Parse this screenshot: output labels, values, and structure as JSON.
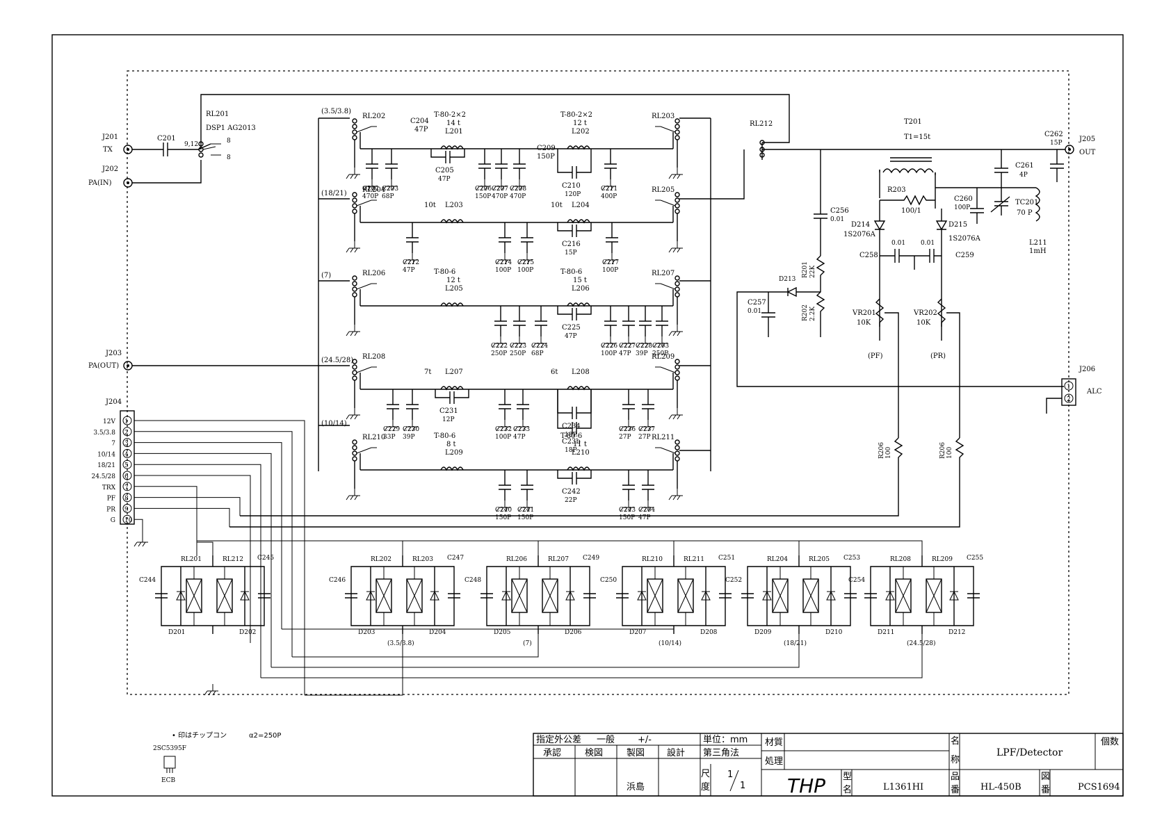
{
  "schematic": {
    "connectors": {
      "J201": {
        "ref": "J201",
        "label": "TX"
      },
      "J202": {
        "ref": "J202",
        "label": "PA(IN)"
      },
      "J203": {
        "ref": "J203",
        "label": "PA(OUT)"
      },
      "J204": {
        "ref": "J204",
        "pins": [
          "12V",
          "3.5/3.8",
          "7",
          "10/14",
          "18/21",
          "24.5/28",
          "TRX",
          "PF",
          "PR",
          "G"
        ],
        "pin_numbers": [
          "1",
          "2",
          "3",
          "4",
          "5",
          "6",
          "7",
          "8",
          "9",
          "10"
        ]
      },
      "J205": {
        "ref": "J205",
        "label": "OUT"
      },
      "J206": {
        "ref": "J206",
        "label": "ALC",
        "pins": [
          "1",
          "2"
        ]
      }
    },
    "relays": [
      "RL201",
      "RL202",
      "RL203",
      "RL204",
      "RL205",
      "RL206",
      "RL207",
      "RL208",
      "RL209",
      "RL210",
      "RL211",
      "RL212"
    ],
    "relay_part": "DSP1 AG2013",
    "relay_pin_labels": {
      "p1": "9,12",
      "p2": "8",
      "p3": "8"
    },
    "band_labels": [
      "(3.5/3.8)",
      "(18/21)",
      "(7)",
      "(24.5/28)",
      "(10/14)"
    ],
    "inductors": {
      "L201": {
        "ref": "L201",
        "core": "T-80-2×2",
        "turns": "14 t"
      },
      "L202": {
        "ref": "L202",
        "core": "T-80-2×2",
        "turns": "12 t"
      },
      "L203": {
        "ref": "L203",
        "turns": "10t"
      },
      "L204": {
        "ref": "L204",
        "turns": "10t"
      },
      "L205": {
        "ref": "L205",
        "core": "T-80-6",
        "turns": "12 t"
      },
      "L206": {
        "ref": "L206",
        "core": "T-80-6",
        "turns": "15 t"
      },
      "L207": {
        "ref": "L207",
        "turns": "7t"
      },
      "L208": {
        "ref": "L208",
        "turns": "6t"
      },
      "L209": {
        "ref": "L209",
        "core": "T-80-6",
        "turns": "8 t"
      },
      "L210": {
        "ref": "L210",
        "core": "T-80-6",
        "turns": "11 t"
      },
      "L211": {
        "ref": "L211",
        "value": "1mH"
      }
    },
    "capacitors": {
      "C201": "",
      "C202": "470P",
      "C203": "68P",
      "C204": "47P",
      "C205": "47P",
      "C206": "150P",
      "C207": "470P",
      "C208": "470P",
      "C209": "150P",
      "C210": "120P",
      "C211": "400P",
      "C212": "47P",
      "C214": "100P",
      "C215": "100P",
      "C216": "15P",
      "C217": "100P",
      "C222": "250P",
      "C223": "250P",
      "C224": "68P",
      "C225": "47P",
      "C226": "100P",
      "C227": "47P",
      "C228": "39P",
      "C263": "250P",
      "C229": "33P",
      "C230": "39P",
      "C231": "12P",
      "C232": "100P",
      "C233": "47P",
      "C234": "18P",
      "C235": "18P",
      "C236": "27P",
      "C237": "27P",
      "C240": "150P",
      "C241": "150P",
      "C242": "22P",
      "C243": "150P",
      "C264": "47P",
      "C256": "0.01",
      "C257": "0.01",
      "C258": "0.01",
      "C259": "0.01",
      "C260": "100P",
      "C261": "4P",
      "C262": "15P"
    },
    "cap_ref_labels": {
      "C235": "C23b"
    },
    "detector": {
      "T201": {
        "ref": "T201",
        "turns": "T1=15t"
      },
      "R201": {
        "ref": "R201",
        "value": "22K"
      },
      "R202": {
        "ref": "R202",
        "value": "2.2K"
      },
      "R203": {
        "ref": "R203",
        "value": "100/1"
      },
      "D213": {
        "ref": "D213"
      },
      "D214": {
        "ref": "D214",
        "part": "1S2076A"
      },
      "D215": {
        "ref": "D215",
        "part": "1S2076A"
      },
      "VR201": {
        "ref": "VR201",
        "value": "10K",
        "tag": "(PF)"
      },
      "VR202": {
        "ref": "VR202",
        "value": "10K",
        "tag": "(PR)"
      },
      "TC201": {
        "ref": "TC201",
        "value": "70 P"
      },
      "R205": {
        "ref": "R206",
        "value": "100"
      },
      "R206": {
        "ref": "R206",
        "value": "100"
      }
    },
    "coil_groups": [
      {
        "relay_a": "RL202",
        "relay_b": "RL203",
        "cap_l": "C246",
        "cap_r": "C247",
        "diode_l": "D203",
        "diode_r": "D204",
        "band": "(3.5/3.8)"
      },
      {
        "relay_a": "RL206",
        "relay_b": "RL207",
        "cap_l": "C248",
        "cap_r": "C249",
        "diode_l": "D205",
        "diode_r": "D206",
        "band": "(7)"
      },
      {
        "relay_a": "RL210",
        "relay_b": "RL211",
        "cap_l": "C250",
        "cap_r": "C251",
        "diode_l": "D207",
        "diode_r": "D208",
        "band": "(10/14)"
      },
      {
        "relay_a": "RL204",
        "relay_b": "RL205",
        "cap_l": "C252",
        "cap_r": "C253",
        "diode_l": "D209",
        "diode_r": "D210",
        "band": "(18/21)"
      },
      {
        "relay_a": "RL208",
        "relay_b": "RL209",
        "cap_l": "C254",
        "cap_r": "C255",
        "diode_l": "D211",
        "diode_r": "D212",
        "band": "(24.5/28)"
      }
    ],
    "trx_group": {
      "relay_a": "RL201",
      "relay_b": "RL212",
      "cap_l": "C244",
      "cap_r": "C245",
      "diode_l": "D201",
      "diode_r": "D202"
    },
    "notes": {
      "chip_cap": "• 印はチップコン",
      "alpha_note": "α2=250P",
      "transistor_part": "2SC5395F",
      "transistor_pins": "ECB"
    }
  },
  "title_block": {
    "tolerance_label": "指定外公差",
    "tolerance_general": "一般",
    "tolerance_pm": "+/-",
    "unit_label": "単位：mm",
    "material_label": "材質",
    "treatment_label": "処理",
    "name_label_1": "名",
    "name_label_2": "称",
    "qty_label": "個数",
    "approve": "承認",
    "inspect": "検図",
    "drawing": "製図",
    "design": "設計",
    "projection": "第三角法",
    "scale_label_1": "尺",
    "scale_label_2": "度",
    "scale_num": "1",
    "scale_den": "1",
    "drafter": "浜島",
    "company": "THP",
    "type_label_1": "型",
    "type_label_2": "名",
    "type_value": "L1361HI",
    "part_label_1": "品",
    "part_label_2": "番",
    "part_value": "HL-450B",
    "dwg_label_1": "図",
    "dwg_label_2": "番",
    "dwg_value": "PCS1694",
    "title": "LPF/Detector"
  }
}
